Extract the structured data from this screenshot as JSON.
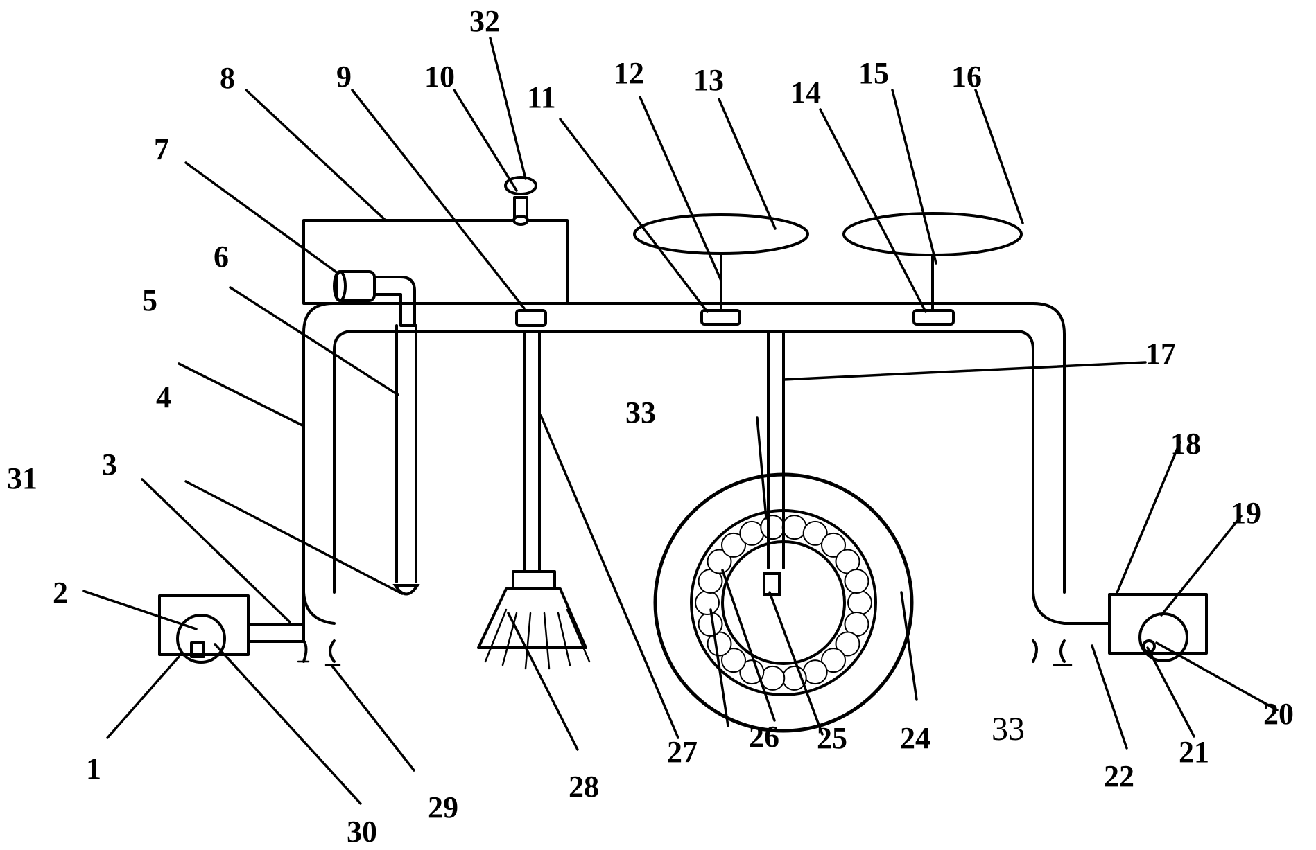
{
  "labels": {
    "l1": "1",
    "l2": "2",
    "l3": "3",
    "l4": "4",
    "l5": "5",
    "l6": "6",
    "l7": "7",
    "l8": "8",
    "l9": "9",
    "l10": "10",
    "l11": "11",
    "l12": "12",
    "l13": "13",
    "l14": "14",
    "l15": "15",
    "l16": "16",
    "l17": "17",
    "l18": "18",
    "l19": "19",
    "l20": "20",
    "l21": "21",
    "l22": "22",
    "l24": "24",
    "l25": "25",
    "l26": "26",
    "l27": "27",
    "l28": "28",
    "l29": "29",
    "l30": "30",
    "l31": "31",
    "l32": "32",
    "l33a": "33",
    "l33b": "33"
  }
}
